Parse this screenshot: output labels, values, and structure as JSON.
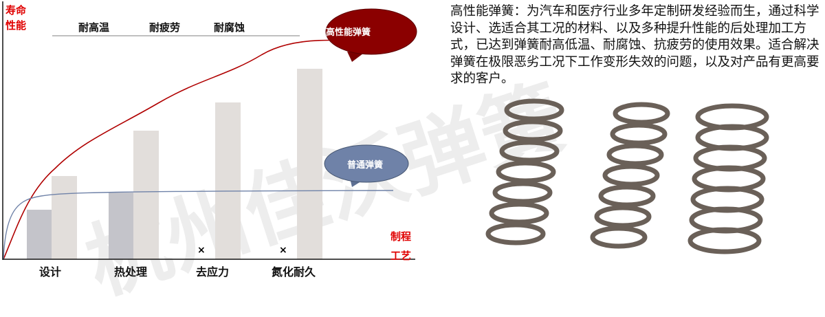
{
  "chart": {
    "y_axis_label": [
      "寿命",
      "性能"
    ],
    "x_axis_label": [
      "制程",
      "工艺"
    ],
    "top_labels": [
      "耐高温",
      "耐疲劳",
      "耐腐蚀"
    ],
    "categories": [
      "设计",
      "热处理",
      "去应力",
      "氮化耐久"
    ],
    "bubble_high": "高性能弹簧",
    "bubble_normal": "普通弹簧",
    "missing_mark": "×",
    "colors": {
      "high": "#8b0000",
      "normal": "#6f82a8",
      "bar_gray": "#c4c4ca",
      "bar_beige": "#e2dedb"
    }
  },
  "description": {
    "title": "高性能弹簧",
    "text": "：为汽车和医疗行业多年定制研发经验而生，通过科学设计、选适合其工况的材料、以及多种提升性能的后处理加工方式，已达到弹簧耐高低温、耐腐蚀、抗疲劳的使用效果。适合解决弹簧在极限恶劣工况下工作变形失效的问题，以及对产品有更高要求的客户。"
  },
  "watermark": "杭州佳沃弹簧"
}
